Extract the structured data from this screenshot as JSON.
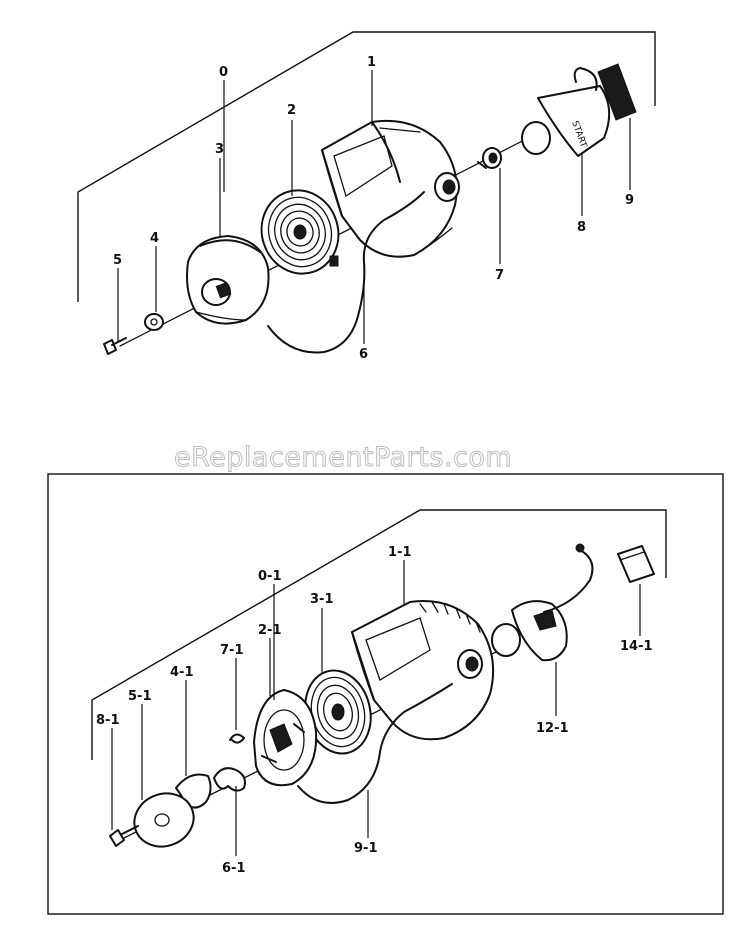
{
  "watermark": "eReplacementParts.com",
  "top_assembly": {
    "labels": {
      "assembly": "0",
      "case": "1",
      "reel": "2",
      "pulley": "3",
      "washer": "4",
      "bolt": "5",
      "rope": "6",
      "bushing": "7",
      "handle": "8",
      "pad": "9"
    },
    "handle_text": "START"
  },
  "bottom_assembly": {
    "labels": {
      "assembly": "0-1",
      "case": "1-1",
      "pulley": "2-1",
      "reel": "3-1",
      "ratchet": "4-1",
      "washer": "5-1",
      "spring_plate": "6-1",
      "spring": "7-1",
      "bolt": "8-1",
      "rope": "9-1",
      "handle": "12-1",
      "pad": "14-1"
    }
  }
}
